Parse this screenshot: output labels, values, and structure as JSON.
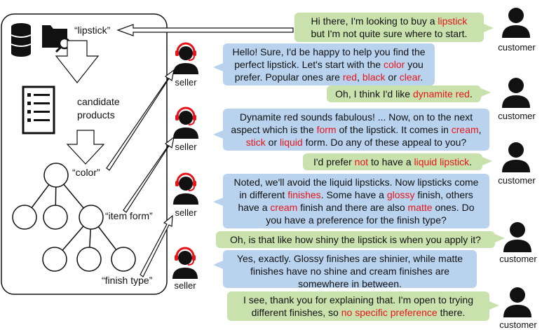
{
  "pipeline": {
    "query_label": "“lipstick”",
    "candidate_label_line1": "candidate",
    "candidate_label_line2": "products",
    "attr_color": "“color”",
    "attr_item_form": "“item form”",
    "attr_finish_type": "“finish type”"
  },
  "roles": {
    "customer": "customer",
    "seller": "seller"
  },
  "colors": {
    "customer_bubble": "#c9e1ad",
    "seller_bubble": "#b9d3ee",
    "highlight": "#e8141a"
  },
  "icons": [
    "database-icon",
    "folder-search-icon",
    "list-document-icon",
    "tree-icon",
    "customer-avatar-icon",
    "seller-headset-avatar-icon"
  ],
  "dialogue": [
    {
      "speaker": "customer",
      "segments": [
        {
          "t": "Hi there, I'm looking to buy a "
        },
        {
          "t": "lipstick",
          "hl": true
        },
        {
          "t": "\nbut I'm not quite sure where to start."
        }
      ]
    },
    {
      "speaker": "seller",
      "segments": [
        {
          "t": "Hello! Sure, I'd be happy to help you find the\nperfect lipstick. Let's start with the "
        },
        {
          "t": "color",
          "hl": true
        },
        {
          "t": " you\nprefer. Popular ones are "
        },
        {
          "t": "red",
          "hl": true
        },
        {
          "t": ", "
        },
        {
          "t": "black",
          "hl": true
        },
        {
          "t": " or "
        },
        {
          "t": "clear",
          "hl": true
        },
        {
          "t": "."
        }
      ]
    },
    {
      "speaker": "customer",
      "segments": [
        {
          "t": "Oh, I think I'd like "
        },
        {
          "t": "dynamite red",
          "hl": true
        },
        {
          "t": "."
        }
      ]
    },
    {
      "speaker": "seller",
      "segments": [
        {
          "t": "Dynamite red sounds fabulous! ... Now, on to the next\naspect which is the "
        },
        {
          "t": "form",
          "hl": true
        },
        {
          "t": " of the lipstick. It comes in "
        },
        {
          "t": "cream",
          "hl": true
        },
        {
          "t": ",\n"
        },
        {
          "t": "stick",
          "hl": true
        },
        {
          "t": " or "
        },
        {
          "t": "liquid",
          "hl": true
        },
        {
          "t": " form. Do any of these appeal to you?"
        }
      ]
    },
    {
      "speaker": "customer",
      "segments": [
        {
          "t": "I'd prefer "
        },
        {
          "t": "not",
          "hl": true
        },
        {
          "t": " to have a "
        },
        {
          "t": "liquid lipstick",
          "hl": true
        },
        {
          "t": "."
        }
      ]
    },
    {
      "speaker": "seller",
      "segments": [
        {
          "t": "Noted, we'll avoid the liquid lipsticks. Now lipsticks come\nin different "
        },
        {
          "t": "finishes",
          "hl": true
        },
        {
          "t": ". Some have a "
        },
        {
          "t": "glossy",
          "hl": true
        },
        {
          "t": " finish, others\nhave a "
        },
        {
          "t": "cream",
          "hl": true
        },
        {
          "t": " finish and there are also "
        },
        {
          "t": "matte",
          "hl": true
        },
        {
          "t": " ones. Do\nyou have a preference for the finish type?"
        }
      ]
    },
    {
      "speaker": "customer",
      "segments": [
        {
          "t": "Oh, is that like how shiny the lipstick is when you apply it?"
        }
      ]
    },
    {
      "speaker": "seller",
      "segments": [
        {
          "t": "Yes, exactly. Glossy finishes are shinier, while matte\nfinishes have no shine and cream finishes are\nsomewhere in between."
        }
      ]
    },
    {
      "speaker": "customer",
      "segments": [
        {
          "t": "I see, thank you for explaining that. I'm open to trying\ndifferent finishes, so "
        },
        {
          "t": "no specific preference",
          "hl": true
        },
        {
          "t": " there."
        }
      ]
    }
  ]
}
